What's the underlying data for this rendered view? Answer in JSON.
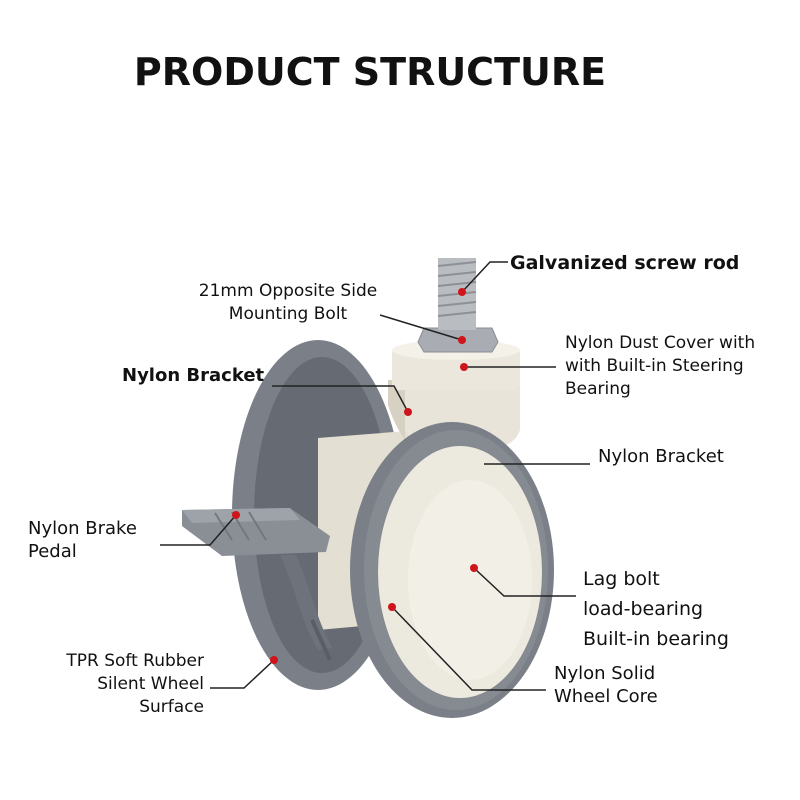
{
  "title": "PRODUCT STRUCTURE",
  "colors": {
    "tire": "#7b8088",
    "tire_dark": "#5e636b",
    "core": "#ece9df",
    "core_shade": "#d9d5c9",
    "metal": "#b9bdc2",
    "callout_dot": "#d0141b",
    "leader_line": "#222222"
  },
  "labels": {
    "screw_rod": "Galvanized screw rod",
    "mounting_bolt": [
      "21mm Opposite Side",
      "Mounting Bolt"
    ],
    "dust_cover": [
      "Nylon Dust Cover with",
      "with Built-in Steering",
      "Bearing"
    ],
    "bracket_top": "Nylon Bracket",
    "bracket_right": "Nylon Bracket",
    "brake_pedal": [
      "Nylon Brake",
      "Pedal"
    ],
    "lag_bolt": [
      "Lag bolt",
      "load-bearing",
      "Built-in bearing"
    ],
    "tpr": [
      "TPR Soft Rubber",
      "Silent Wheel",
      "Surface"
    ],
    "wheel_core": [
      "Nylon Solid",
      "Wheel Core"
    ]
  }
}
